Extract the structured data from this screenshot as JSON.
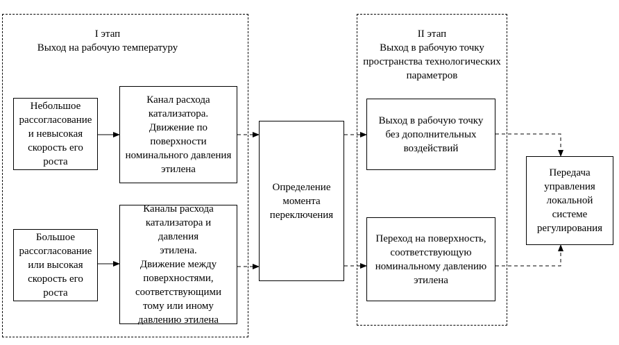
{
  "stage1": {
    "title": "I этап",
    "subtitle": "Выход на рабочую температуру"
  },
  "stage2": {
    "title": "II этап",
    "line1": "Выход в рабочую точку",
    "line2": "пространства технологических",
    "line3": "параметров"
  },
  "boxes": {
    "small_mismatch": [
      "Небольшое",
      "рассогласование",
      "и невысокая",
      "скорость его",
      "роста"
    ],
    "large_mismatch": [
      "Большое",
      "рассогласование",
      "или высокая",
      "скорость его",
      "роста"
    ],
    "catalyst_channel": [
      "Канал расхода",
      "катализатора.",
      "Движение по",
      "поверхности",
      "номинального давления",
      "этилена"
    ],
    "catalyst_pressure_channels": [
      "Каналы расхода",
      "катализатора и давления",
      "этилена.",
      "Движение между",
      "поверхностями,",
      "соответствующими",
      "тому или иному",
      "давлению этилена"
    ],
    "switch_moment": [
      "Определение",
      "момента",
      "переключения"
    ],
    "work_point": [
      "Выход в рабочую точку",
      "без дополнительных",
      "воздействий"
    ],
    "surface_transition": [
      "Переход на поверхность,",
      "соответствующую",
      "номинальному давлению",
      "этилена"
    ],
    "local_control": [
      "Передача",
      "управления",
      "локальной",
      "системе",
      "регулирования"
    ]
  },
  "colors": {
    "line": "#000000",
    "background": "#ffffff"
  }
}
